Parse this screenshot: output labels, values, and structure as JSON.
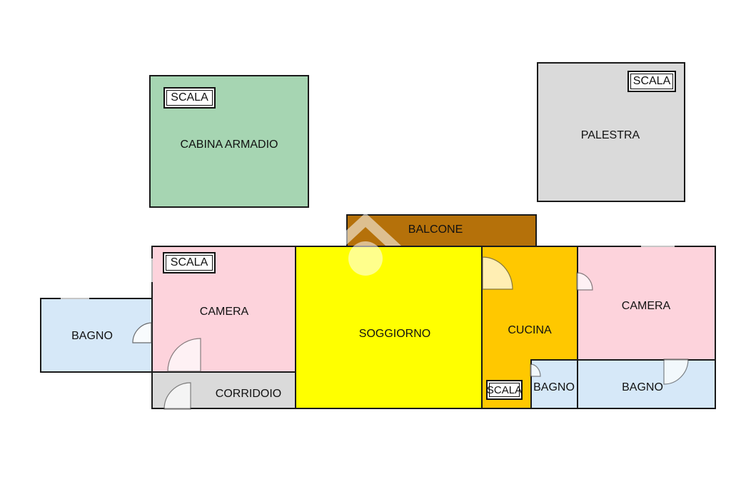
{
  "plan": {
    "rooms": {
      "cabina_armadio": {
        "label": "CABINA ARMADIO",
        "color": "#a6d5b2"
      },
      "palestra": {
        "label": "PALESTRA",
        "color": "#dadada"
      },
      "balcone": {
        "label": "BALCONE",
        "color": "#b5710a"
      },
      "camera_left": {
        "label": "CAMERA",
        "color": "#fdd3dc"
      },
      "soggiorno": {
        "label": "SOGGIORNO",
        "color": "#ffff00"
      },
      "cucina": {
        "label": "CUCINA",
        "color": "#ffc800"
      },
      "camera_right": {
        "label": "CAMERA",
        "color": "#fdd3dc"
      },
      "bagno_left": {
        "label": "BAGNO",
        "color": "#d6e8f8"
      },
      "corridoio": {
        "label": "CORRIDOIO",
        "color": "#dadada"
      },
      "bagno_middle": {
        "label": "BAGNO",
        "color": "#d6e8f8"
      },
      "bagno_right": {
        "label": "BAGNO",
        "color": "#d6e8f8"
      }
    },
    "stairs": {
      "cabina": "SCALA",
      "palestra": "SCALA",
      "camera": "SCALA",
      "cucina": "SCALA"
    }
  }
}
